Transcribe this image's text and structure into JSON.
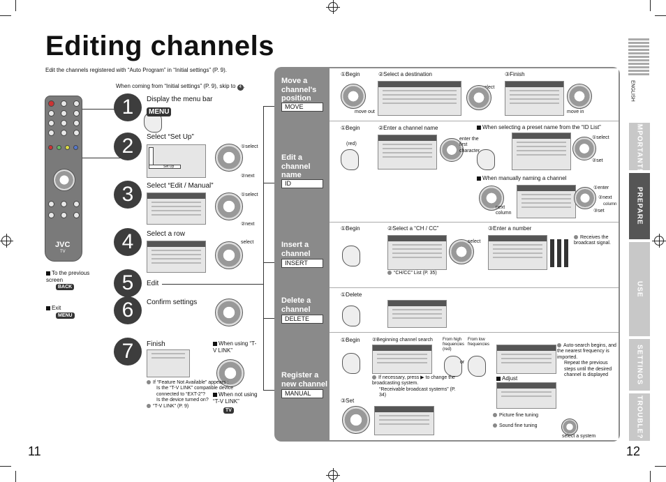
{
  "title": "Editing channels",
  "intro": "Edit the channels registered with “Auto Program” in “Initial settings” (P. 9).",
  "coming_from": "When coming from “Initial settings” (P. 9), skip to",
  "coming_from_step": "4",
  "steps": [
    {
      "num": "1",
      "label": "Display the menu bar",
      "button": "MENU"
    },
    {
      "num": "2",
      "label": "Select “Set Up”",
      "n1": "①select",
      "n2": "②next",
      "screen_item": "Set Up"
    },
    {
      "num": "3",
      "label": "Select “Edit / Manual”",
      "n1": "①select",
      "n2": "②next"
    },
    {
      "num": "4",
      "label": "Select a row",
      "n1": "select"
    },
    {
      "num": "5",
      "label": "Edit"
    },
    {
      "num": "6",
      "label": "Confirm settings"
    },
    {
      "num": "7",
      "label": "Finish",
      "when_using": "When using “T-V LINK”",
      "when_not": "When not using “T-V LINK”",
      "tv_btn": "TV"
    }
  ],
  "remote": {
    "brand": "JVC",
    "sub": "TV"
  },
  "left_notes": {
    "prev_screen": "To the previous screen",
    "back_btn": "BACK",
    "exit": "Exit",
    "menu_btn": "MENU"
  },
  "finish_notes": {
    "if_feature": "If “Feature Not Available” appears :",
    "check1": "Is the “T-V LINK” compatible device connected to “EXT-2”?",
    "check2": "Is the device turned on?",
    "tvlink_ref": "“T-V LINK” (P. 9)"
  },
  "sections": [
    {
      "heading": "Move a channel's position",
      "box": "MOVE"
    },
    {
      "heading": "Edit a channel name",
      "box": "ID"
    },
    {
      "heading": "Insert a channel",
      "box": "INSERT"
    },
    {
      "heading": "Delete a channel",
      "box": "DELETE"
    },
    {
      "heading": "Register a new channel",
      "box": "MANUAL"
    }
  ],
  "move": {
    "begin": "①Begin",
    "dest": "②Select a destination",
    "finish": "③Finish",
    "select": "select",
    "move_out": "move out",
    "move_in": "move in"
  },
  "edit": {
    "begin": "①Begin",
    "enter_name": "②Enter a channel name",
    "red": "(red)",
    "enter_first": "enter the first character",
    "preset": "When selecting a preset name from the “ID List”",
    "p_select": "①select",
    "p_set": "②set",
    "manual": "When manually naming a channel",
    "m_enter": "①enter",
    "m_next": "②next",
    "m_column": "column",
    "m_set": "③set",
    "next_column": "next column"
  },
  "insert": {
    "begin": "①Begin",
    "select_ch": "②Select a “CH / CC”",
    "enter_num": "③Enter a number",
    "select": "select",
    "list_ref": "“CH/CC” List (P. 35)",
    "receives": "Receives the broadcast signal."
  },
  "delete": {
    "label": "①Delete"
  },
  "register": {
    "begin": "①Begin",
    "search": "②Beginning channel search",
    "from_high": "From high frequencies (red)",
    "from_low": "From low frequencies",
    "or": "or",
    "if_necessary": "If necessary, press ▶ to change the broadcasting system.",
    "receivable_ref": "“Receivable broadcast systems” (P. 34)",
    "auto_search": "Auto-search begins, and the nearest frequency is imported.",
    "repeat": "Repeat the previous steps until the desired channel is displayed",
    "adjust": "Adjust",
    "set": "③Set",
    "picture_fine": "Picture fine tuning",
    "sound_fine": "Sound fine tuning",
    "select_system": "select a system"
  },
  "tabs": [
    {
      "label": "ENGLISH"
    },
    {
      "label": "IMPORTANT!"
    },
    {
      "label": "PREPARE"
    },
    {
      "label": "USE"
    },
    {
      "label": "SETTINGS"
    },
    {
      "label": "TROUBLE?"
    }
  ],
  "page_left": "11",
  "page_right": "12"
}
